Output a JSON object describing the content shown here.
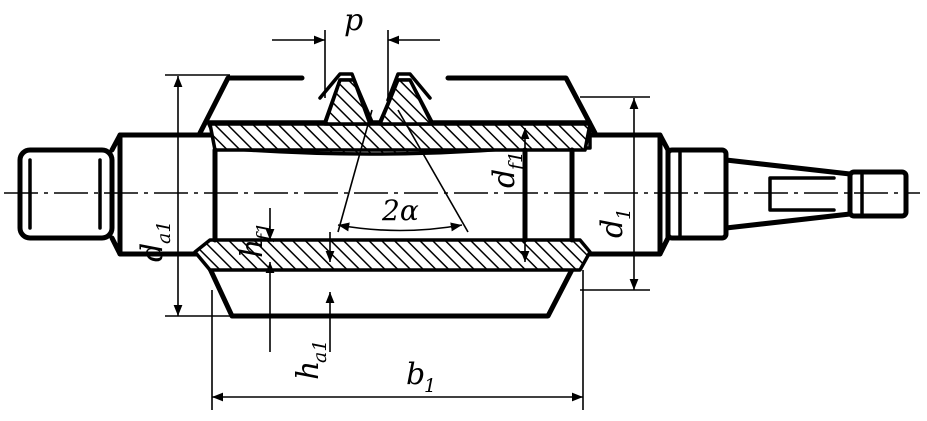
{
  "labels": {
    "pitch": "p",
    "tip_diameter": "d",
    "tip_diameter_sub": "a1",
    "root_diameter": "d",
    "root_diameter_sub": "f1",
    "reference_diameter": "d",
    "reference_diameter_sub": "1",
    "dedendum": "h",
    "dedendum_sub": "f1",
    "addendum": "h",
    "addendum_sub": "a1",
    "thread_angle": "2α",
    "face_width": "b",
    "face_width_sub": "1"
  }
}
